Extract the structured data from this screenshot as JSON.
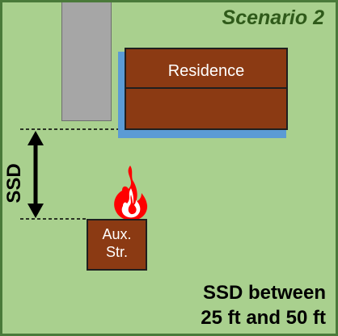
{
  "title": "Scenario 2",
  "residence": {
    "label": "Residence"
  },
  "measurement": {
    "label": "SSD"
  },
  "aux_structure": {
    "line1": "Aux.",
    "line2": "Str."
  },
  "caption": {
    "line1": "SSD between",
    "line2": "25 ft and 50 ft"
  },
  "colors": {
    "ground": "#a9d08e",
    "border": "#4a7a3a",
    "title": "#2f5a1a",
    "road": "#a6a6a6",
    "building": "#8b3a13",
    "building_shadow": "#5b9bd5",
    "flame_outer": "#ff0000",
    "flame_inner": "#ffffff"
  },
  "icons": {
    "fire": "flame-icon",
    "arrow": "double-arrow-icon"
  }
}
